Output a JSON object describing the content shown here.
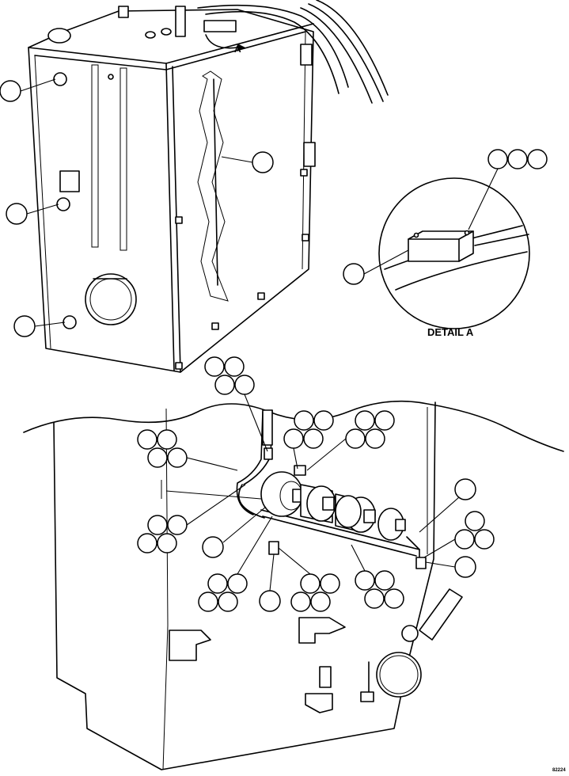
{
  "view_label": "A",
  "detail_label": "DETAIL A",
  "figure_id": "82224",
  "colors": {
    "line": "#000000",
    "paper": "#ffffff"
  }
}
